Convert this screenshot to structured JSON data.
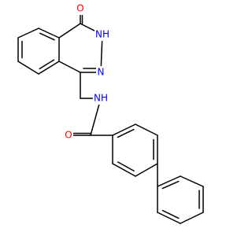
{
  "molecule": {
    "atoms": [
      {
        "id": "o1",
        "symbol": "O",
        "color": "#ff0000"
      },
      {
        "id": "nh",
        "symbol": "NH",
        "color": "#0000ff"
      },
      {
        "id": "n2",
        "symbol": "N",
        "color": "#0000ff"
      },
      {
        "id": "amide_nh",
        "symbol": "NH",
        "color": "#0000ff"
      },
      {
        "id": "o2",
        "symbol": "O",
        "color": "#ff0000"
      }
    ],
    "bond_color": "#000000",
    "background": "#ffffff"
  }
}
